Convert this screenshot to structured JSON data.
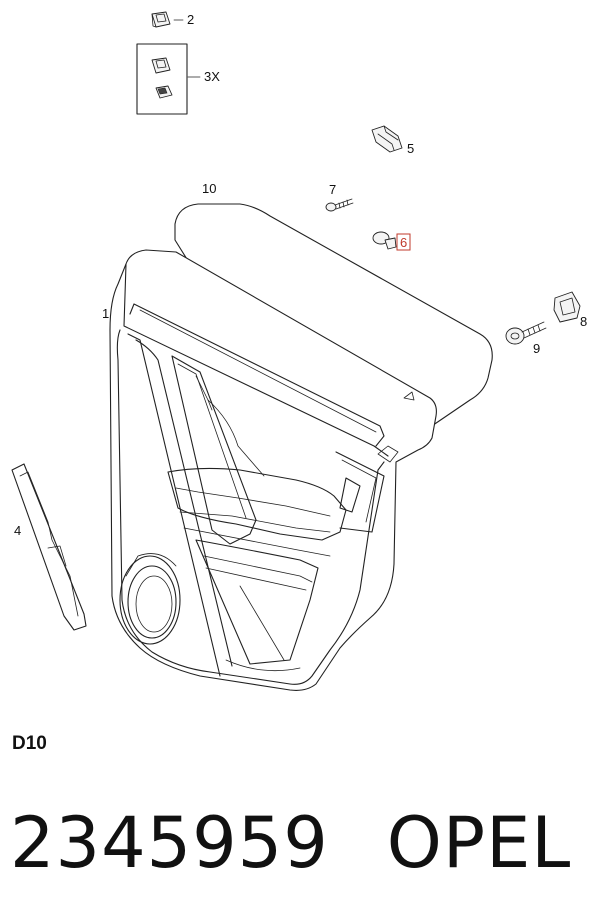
{
  "callouts": [
    {
      "id": "1",
      "text": "1"
    },
    {
      "id": "2",
      "text": "2"
    },
    {
      "id": "3",
      "text": "3X"
    },
    {
      "id": "4",
      "text": "4"
    },
    {
      "id": "5",
      "text": "5"
    },
    {
      "id": "6",
      "text": "6"
    },
    {
      "id": "7",
      "text": "7"
    },
    {
      "id": "8",
      "text": "8"
    },
    {
      "id": "9",
      "text": "9"
    },
    {
      "id": "10",
      "text": "10"
    }
  ],
  "highlighted_callout": "6",
  "highlight_color": "#c0392b",
  "section_code": "D10",
  "part_number": "2345959",
  "brand": "OPEL"
}
